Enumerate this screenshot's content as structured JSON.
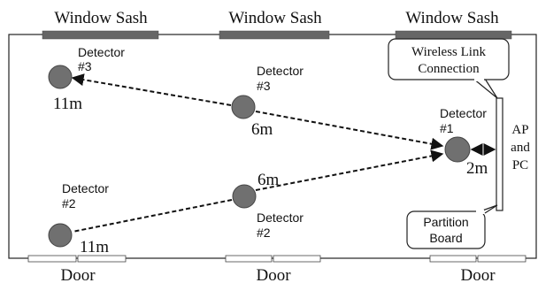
{
  "labels": {
    "window_sash": "Window Sash",
    "door": "Door",
    "detector": "Detector",
    "detector_1_num": "#1",
    "detector_2_num": "#2",
    "detector_3_num": "#3",
    "wireless_line1": "Wireless Link",
    "wireless_line2": "Connection",
    "partition_line1": "Partition",
    "partition_line2": "Board",
    "ap_line1": "AP",
    "ap_line2": "and",
    "ap_line3": "PC"
  },
  "distances": {
    "d11_top": "11m",
    "d6_top": "6m",
    "d2": "2m",
    "d6_bottom": "6m",
    "d11_bottom": "11m"
  },
  "colors": {
    "detector_fill": "#707070",
    "sash_fill": "#666666",
    "line": "#111111"
  }
}
